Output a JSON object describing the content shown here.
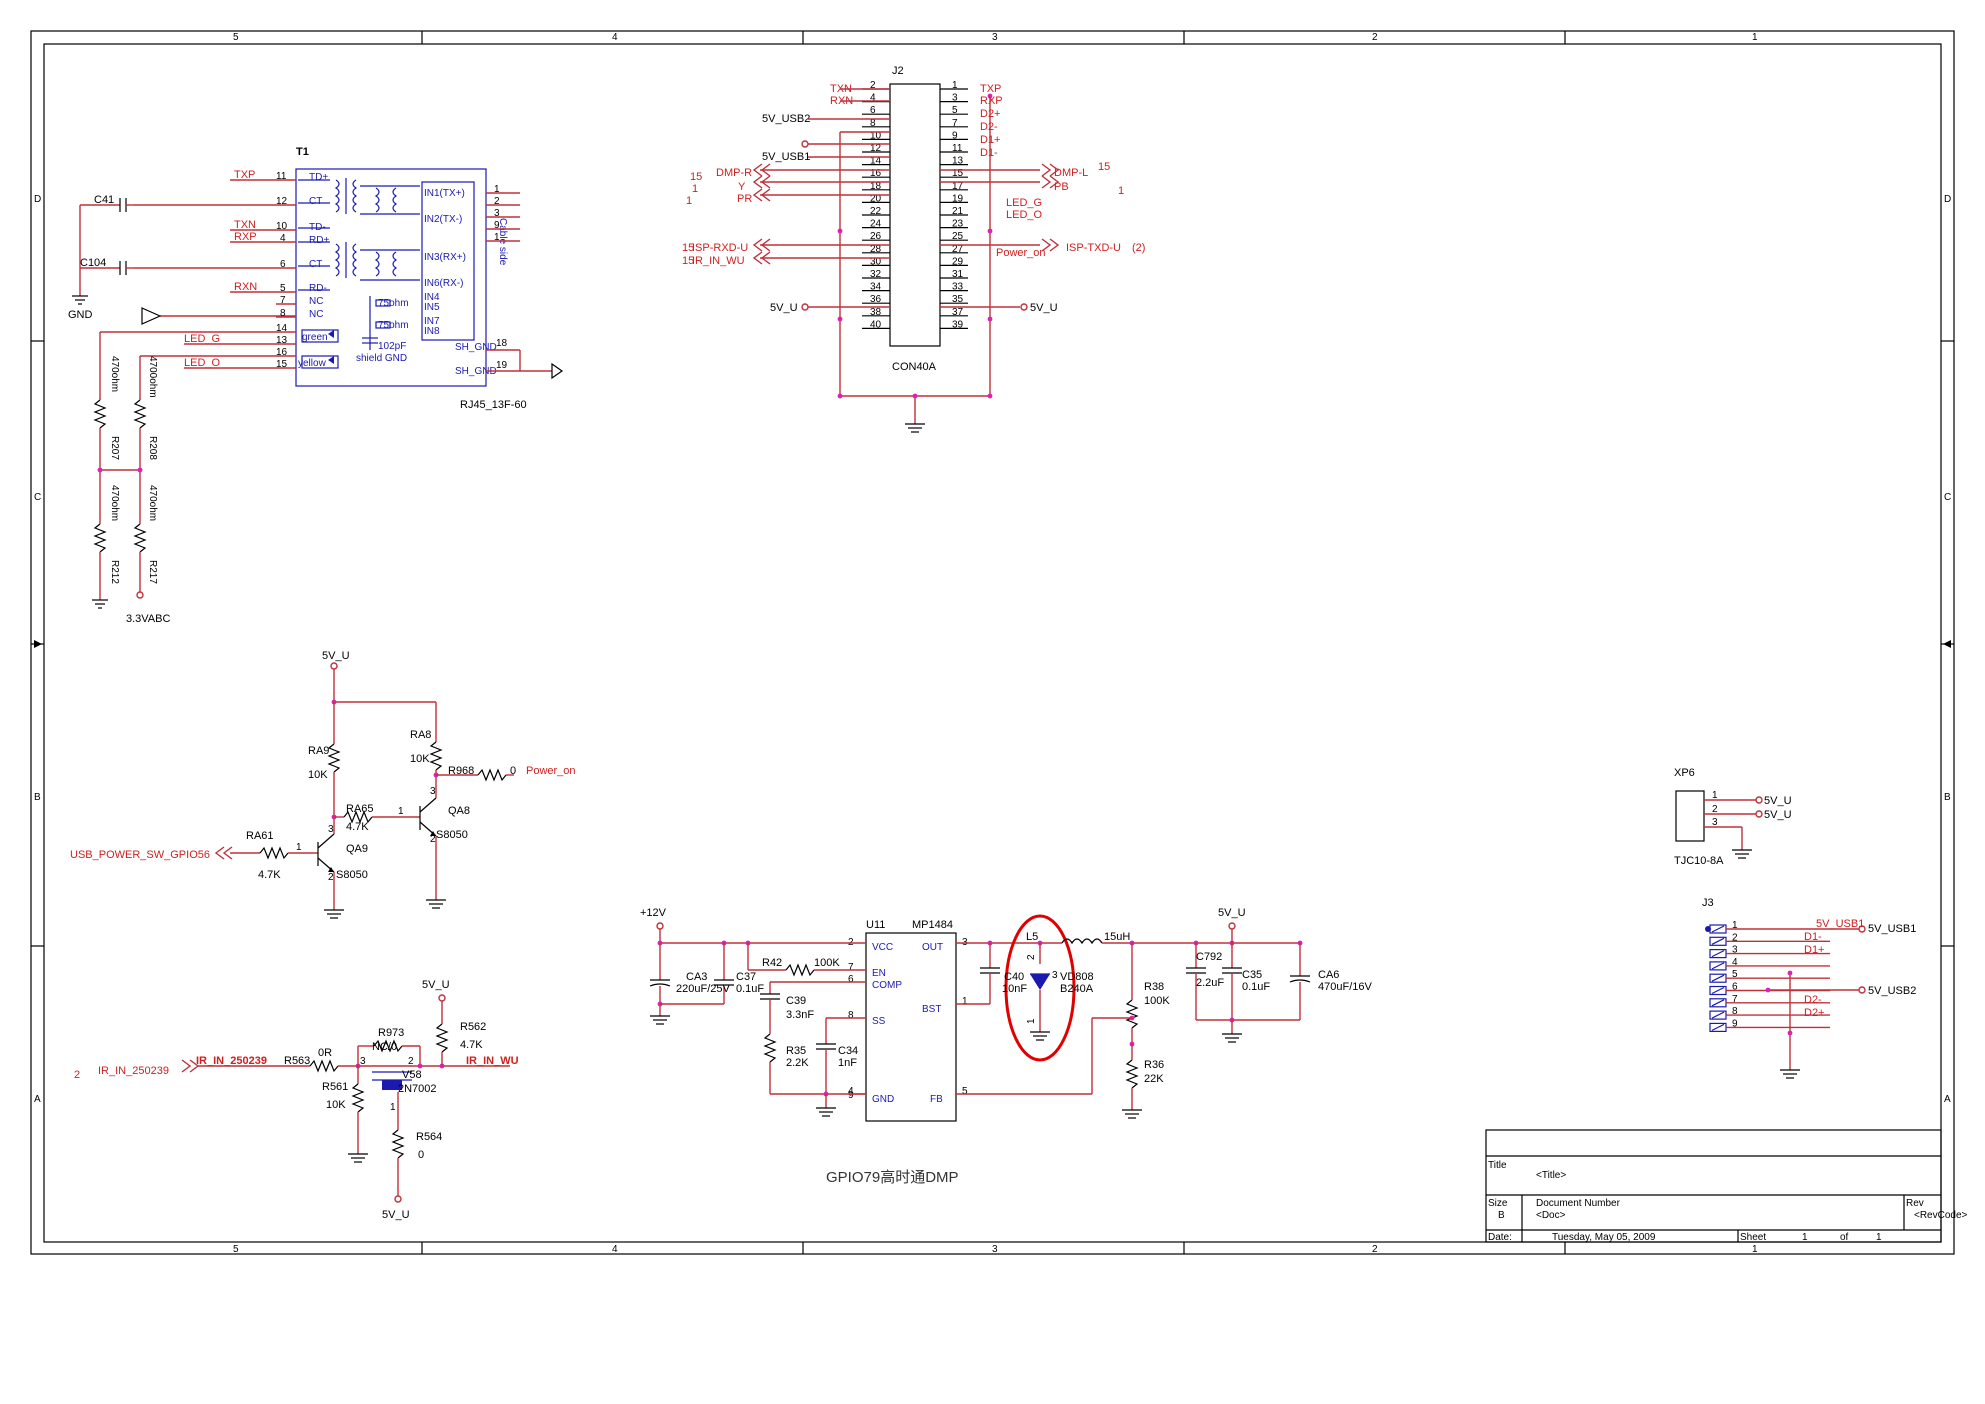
{
  "frame": {
    "cols": [
      "5",
      "4",
      "3",
      "2",
      "1"
    ],
    "rows": [
      "D",
      "C",
      "B",
      "A"
    ]
  },
  "caption": "GPIO79高时通DMP",
  "title_block": {
    "title_label": "Title",
    "title_value": "<Title>",
    "size_label": "Size",
    "size_value": "B",
    "docnum_label": "Document Number",
    "docnum_value": "<Doc>",
    "rev_label": "Rev",
    "rev_value": "<RevCode>",
    "date_label": "Date:",
    "date_value": "Tuesday, May 05, 2009",
    "sheet_label": "Sheet",
    "sheet_value": "1",
    "of_label": "of",
    "of_value": "1"
  },
  "rj45": {
    "ref": "T1",
    "part": "RJ45_13F-60",
    "inner_left": [
      "TD+",
      "CT",
      "TD-",
      "RD+",
      "CT",
      "RD-",
      "NC",
      "NC",
      "green",
      "yellow"
    ],
    "inner_right": [
      "IN1(TX+)",
      "IN2(TX-)",
      "IN3(RX+)",
      "IN6(RX-)",
      "IN4",
      "IN5",
      "IN7",
      "IN8",
      "SH_GND",
      "SH_GND"
    ],
    "cable_side": "Cable side",
    "ohm1": "75ohm",
    "ohm2": "75ohm",
    "cap": "102pF",
    "shield": "shield GND",
    "pins_left": [
      "11",
      "12",
      "10",
      "4",
      "6",
      "5",
      "7",
      "8",
      "14",
      "13",
      "16",
      "15"
    ],
    "pins_right": [
      "1",
      "2",
      "3",
      "9",
      "1",
      "18",
      "19"
    ],
    "nets": [
      "TXP",
      "TXN",
      "RXP",
      "RXN",
      "LED_G",
      "LED_O"
    ],
    "caps": [
      "C41",
      "C104"
    ],
    "gnd": "GND",
    "resistors": [
      {
        "ref": "R207",
        "val": "470ohm"
      },
      {
        "ref": "R208",
        "val": "4700ohm"
      },
      {
        "ref": "R212",
        "val": "470ohm"
      },
      {
        "ref": "R217",
        "val": "470ohm"
      }
    ],
    "supply": "3.3VABC"
  },
  "j2": {
    "ref": "J2",
    "part": "CON40A",
    "left_pins": [
      "2",
      "4",
      "6",
      "8",
      "10",
      "12",
      "14",
      "16",
      "18",
      "20",
      "22",
      "24",
      "26",
      "28",
      "30",
      "32",
      "34",
      "36",
      "38",
      "40"
    ],
    "right_pins": [
      "1",
      "3",
      "5",
      "7",
      "9",
      "11",
      "13",
      "15",
      "17",
      "19",
      "21",
      "23",
      "25",
      "27",
      "29",
      "31",
      "33",
      "35",
      "37",
      "39"
    ],
    "left_nets": [
      "TXN",
      "RXN",
      "5V_USB2",
      "5V_USB1",
      "DMP-R",
      "Y",
      "PR",
      "ISP-RXD-U",
      "IR_IN_WU",
      "5V_U"
    ],
    "right_nets": [
      "TXP",
      "RXP",
      "D2+",
      "D2-",
      "D1+",
      "D1-",
      "DMP-L",
      "PB",
      "LED_G",
      "LED_O",
      "Power_on",
      "ISP-TXD-U",
      "5V_U"
    ],
    "side_nums": [
      "15",
      "1",
      "1",
      "15",
      "1",
      "15",
      "15",
      "(2)"
    ]
  },
  "switch": {
    "supply": "5V_U",
    "parts": [
      {
        "ref": "RA9",
        "val": "10K"
      },
      {
        "ref": "RA8",
        "val": "10K"
      },
      {
        "ref": "RA65",
        "val": "4.7K"
      },
      {
        "ref": "RA61",
        "val": "4.7K"
      },
      {
        "ref": "R968",
        "val": "0"
      }
    ],
    "qa9": "QA9",
    "qa8": "QA8",
    "q_type": "S8050",
    "in_net": "USB_POWER_SW_GPIO56",
    "out_net": "Power_on",
    "pin_nums": [
      "1",
      "2",
      "3"
    ]
  },
  "ir": {
    "num": "2",
    "in_net": "IR_IN_250239",
    "in_net2": "IR_IN_250239",
    "out_net": "IR_IN_WU",
    "supply": "5V_U",
    "parts": [
      {
        "ref": "R563",
        "val": "0R"
      },
      {
        "ref": "R973",
        "val": "NC/0"
      },
      {
        "ref": "R562",
        "val": "4.7K"
      },
      {
        "ref": "R561",
        "val": "10K"
      },
      {
        "ref": "R564",
        "val": "0"
      }
    ],
    "fet_ref": "V58",
    "fet_part": "2N7002",
    "pin_nums": [
      "1",
      "2",
      "3"
    ]
  },
  "buck": {
    "supply_in": "+12V",
    "supply_out": "5V_U",
    "ic_ref": "U11",
    "ic_part": "MP1484",
    "ic_left": [
      "VCC",
      "EN",
      "COMP",
      "SS",
      "GND"
    ],
    "ic_right": [
      "OUT",
      "BST",
      "FB"
    ],
    "ic_left_pins": [
      "2",
      "7",
      "6",
      "8",
      "4",
      "9"
    ],
    "ic_right_pins": [
      "3",
      "1",
      "5"
    ],
    "caps": [
      {
        "ref": "CA3",
        "val": "220uF/25V"
      },
      {
        "ref": "C37",
        "val": "0.1uF"
      },
      {
        "ref": "C39",
        "val": "3.3nF"
      },
      {
        "ref": "C34",
        "val": "1nF"
      },
      {
        "ref": "C40",
        "val": "10nF"
      },
      {
        "ref": "C792",
        "val": "2.2uF"
      },
      {
        "ref": "C35",
        "val": "0.1uF"
      },
      {
        "ref": "CA6",
        "val": "470uF/16V"
      }
    ],
    "resistors": [
      {
        "ref": "R42",
        "val": "100K"
      },
      {
        "ref": "R35",
        "val": "2.2K"
      },
      {
        "ref": "R38",
        "val": "100K"
      },
      {
        "ref": "R36",
        "val": "22K"
      }
    ],
    "inductor": {
      "ref": "L5",
      "val": "15uH"
    },
    "diode": {
      "ref": "VD808",
      "part": "B240A",
      "pins": [
        "2",
        "1",
        "3"
      ]
    }
  },
  "xp6": {
    "ref": "XP6",
    "part": "TJC10-8A",
    "pins": [
      "1",
      "2",
      "3"
    ],
    "nets": [
      "5V_U",
      "5V_U"
    ]
  },
  "j3": {
    "ref": "J3",
    "pins": [
      "1",
      "2",
      "3",
      "4",
      "5",
      "6",
      "7",
      "8",
      "9"
    ],
    "nets": [
      "5V_USB1",
      "D1-",
      "D1+",
      "D2-",
      "D2+"
    ],
    "side_nets": [
      "5V_USB1",
      "5V_USB2"
    ]
  }
}
